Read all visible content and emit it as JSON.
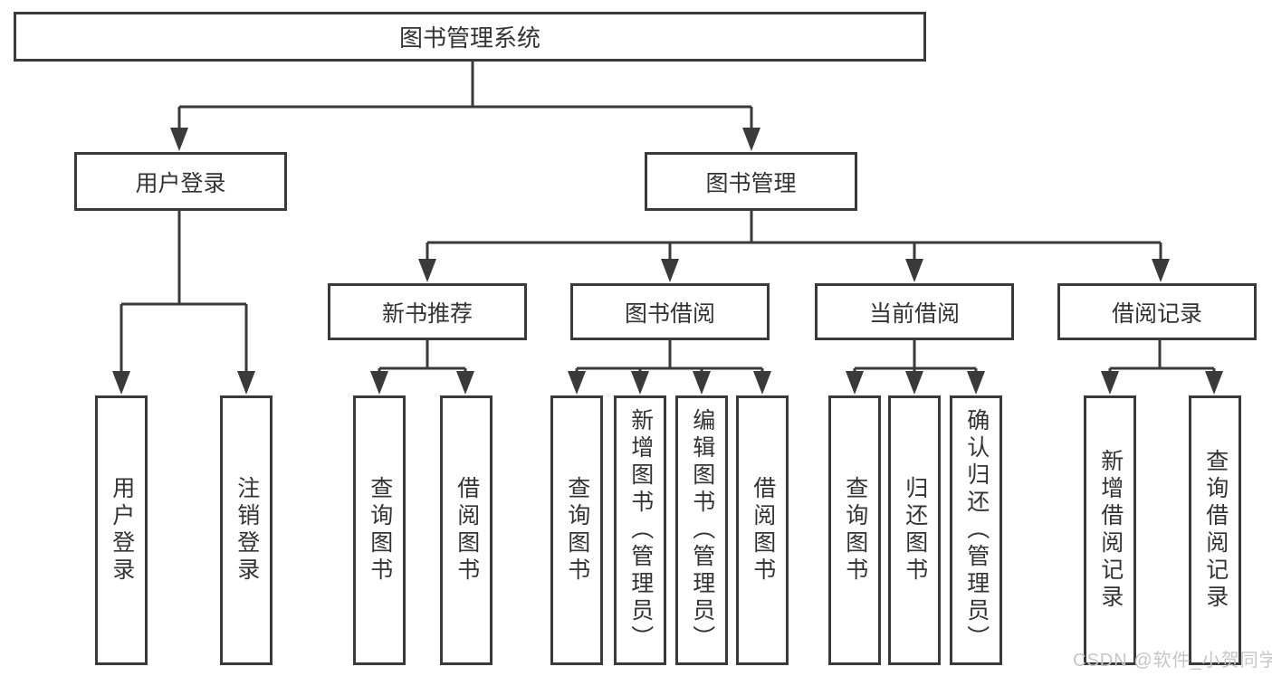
{
  "colors": {
    "line": "#3a3a3a",
    "text": "#333333",
    "box_bg": "#ffffff",
    "page_bg": "#ffffff",
    "watermark": "#c6c6c6"
  },
  "watermark": {
    "text": "CSDN @软件_小贺同学"
  },
  "tree": {
    "label": "图书管理系统",
    "children": [
      {
        "label": "用户登录",
        "children": [
          {
            "label": "用户登录"
          },
          {
            "label": "注销登录"
          }
        ]
      },
      {
        "label": "图书管理",
        "children": [
          {
            "label": "新书推荐",
            "children": [
              {
                "label": "查询图书"
              },
              {
                "label": "借阅图书"
              }
            ]
          },
          {
            "label": "图书借阅",
            "children": [
              {
                "label": "查询图书"
              },
              {
                "label": "新增图书（管理员）"
              },
              {
                "label": "编辑图书（管理员）"
              },
              {
                "label": "借阅图书"
              }
            ]
          },
          {
            "label": "当前借阅",
            "children": [
              {
                "label": "查询图书"
              },
              {
                "label": "归还图书"
              },
              {
                "label": "确认归还（管理员）"
              }
            ]
          },
          {
            "label": "借阅记录",
            "children": [
              {
                "label": "新增借阅记录"
              },
              {
                "label": "查询借阅记录"
              }
            ]
          }
        ]
      }
    ]
  }
}
